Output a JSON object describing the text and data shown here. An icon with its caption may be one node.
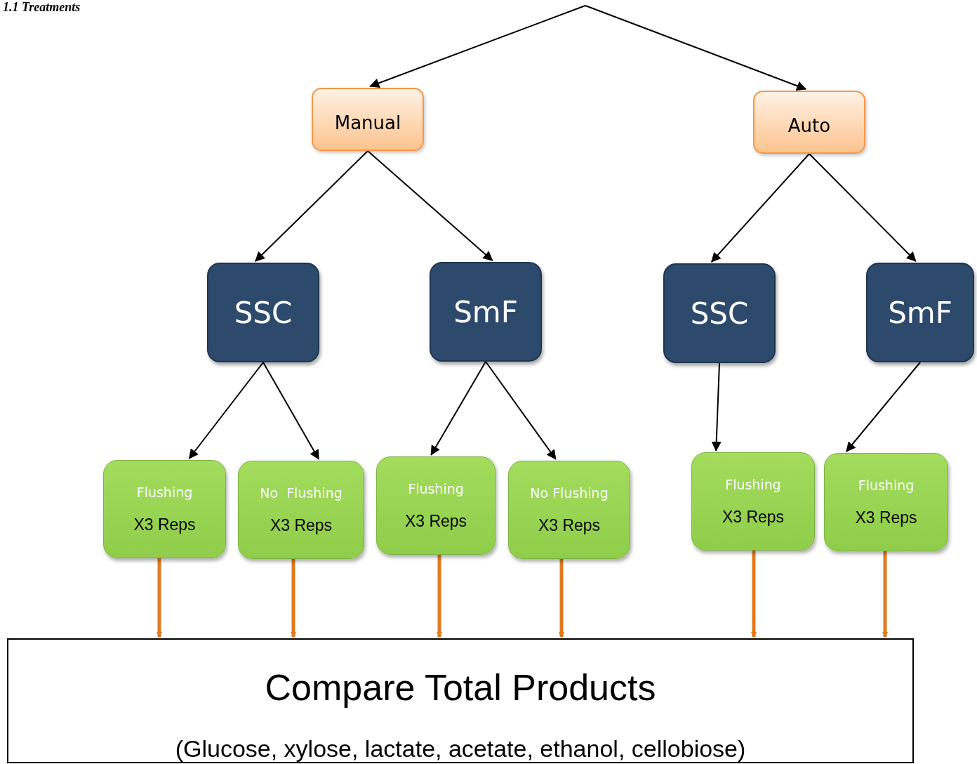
{
  "diagram": {
    "title": "1.1 Treatments",
    "nodes": [
      {
        "text": [
          "Manual"
        ]
      },
      {
        "text": [
          "Auto"
        ]
      },
      {
        "text": [
          "SSC"
        ]
      },
      {
        "text": [
          "SmF"
        ]
      },
      {
        "text": [
          "SSC"
        ]
      },
      {
        "text": [
          "SmF"
        ]
      },
      {
        "text": [
          "Flushing",
          "X3 Reps"
        ]
      },
      {
        "text": [
          "No  Flushing",
          "X3 Reps"
        ]
      },
      {
        "text": [
          "Flushing",
          "X3 Reps"
        ]
      },
      {
        "text": [
          "No Flushing",
          "X3 Reps"
        ]
      },
      {
        "text": [
          "Flushing",
          "X3 Reps"
        ]
      },
      {
        "text": [
          "Flushing",
          "X3 Reps"
        ]
      },
      {
        "text": [
          "Compare Total Products",
          "(Glucose, xylose, lactate, acetate, ethanol, cellobiose)"
        ]
      }
    ],
    "edges": [
      {
        "from": null,
        "to": 0,
        "arrow": "to"
      },
      {
        "from": null,
        "to": 1,
        "arrow": "to"
      },
      {
        "from": 0,
        "to": 2,
        "arrow": "to"
      },
      {
        "from": 0,
        "to": 3,
        "arrow": "to"
      },
      {
        "from": 1,
        "to": 4,
        "arrow": "to"
      },
      {
        "from": 1,
        "to": 5,
        "arrow": "to"
      },
      {
        "from": 2,
        "to": 6,
        "arrow": "to"
      },
      {
        "from": 2,
        "to": 7,
        "arrow": "to"
      },
      {
        "from": 3,
        "to": 8,
        "arrow": "to"
      },
      {
        "from": 3,
        "to": 9,
        "arrow": "to"
      },
      {
        "from": 4,
        "to": 10,
        "arrow": "to"
      },
      {
        "from": 5,
        "to": 11,
        "arrow": "to"
      },
      {
        "from": 6,
        "to": 12,
        "arrow": "to",
        "style": "thick",
        "color": "#e07b20"
      },
      {
        "from": 7,
        "to": 12,
        "arrow": "to",
        "style": "thick",
        "color": "#e07b20"
      },
      {
        "from": 8,
        "to": 12,
        "arrow": "to",
        "style": "thick",
        "color": "#e07b20"
      },
      {
        "from": 9,
        "to": 12,
        "arrow": "to",
        "style": "thick",
        "color": "#e07b20"
      },
      {
        "from": 10,
        "to": 12,
        "arrow": "to",
        "style": "thick",
        "color": "#e07b20"
      },
      {
        "from": 11,
        "to": 12,
        "arrow": "to",
        "style": "thick",
        "color": "#e07b20"
      }
    ]
  }
}
